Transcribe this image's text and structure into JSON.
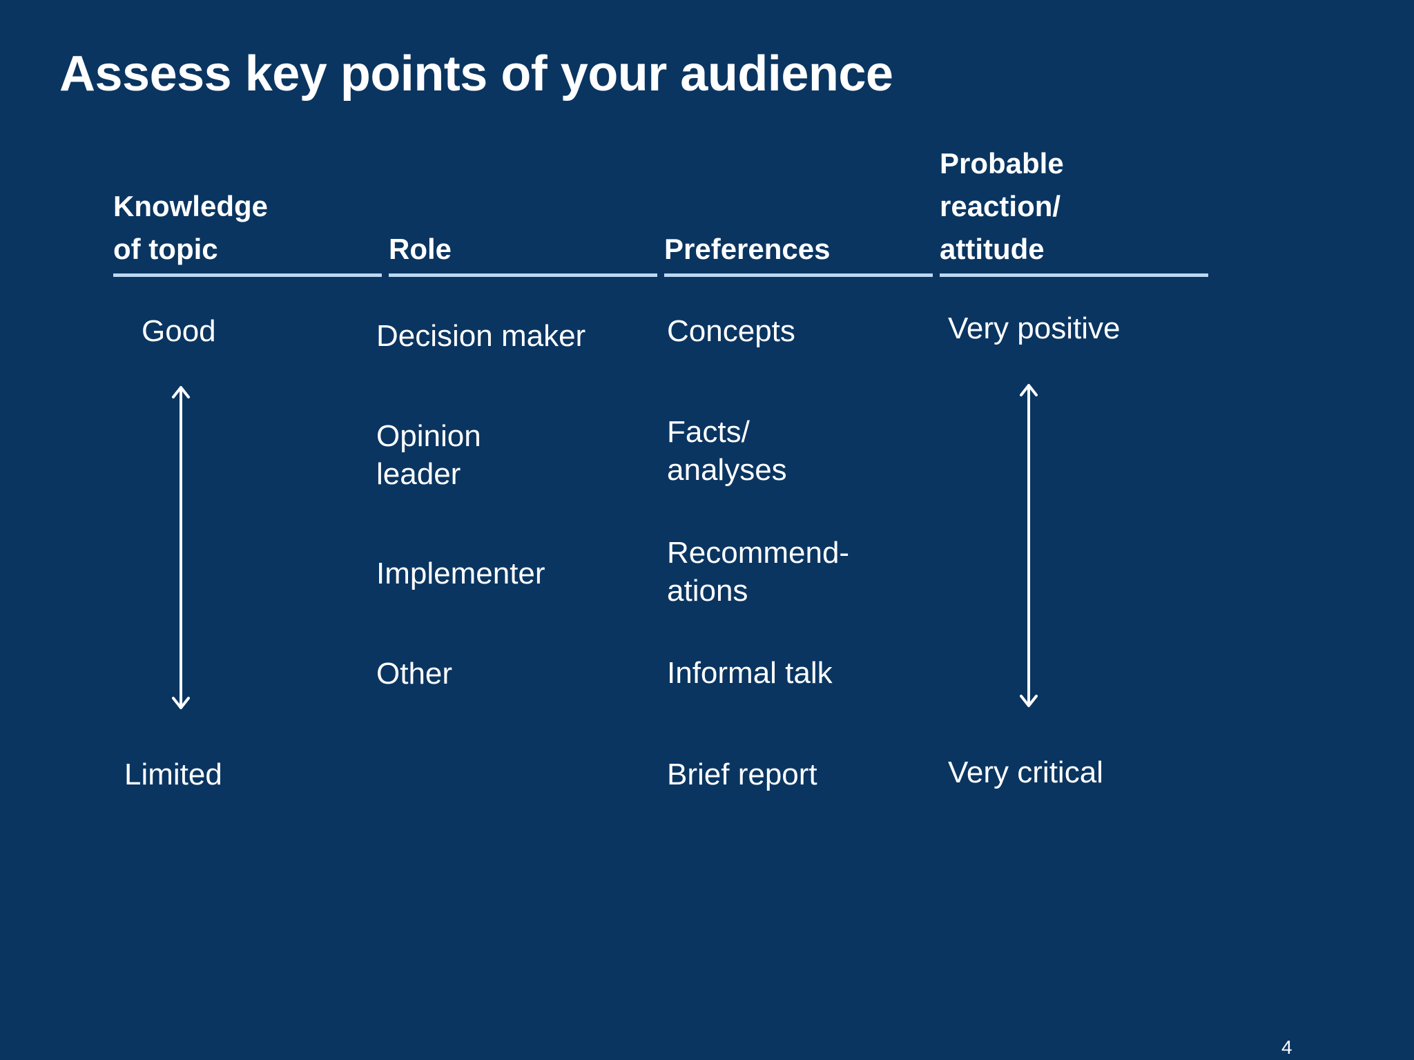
{
  "title": "Assess key points of your audience",
  "columns": {
    "knowledge": {
      "header": "Knowledge\nof topic",
      "top": "Good",
      "bottom": "Limited"
    },
    "role": {
      "header": "Role",
      "items": [
        "Decision maker",
        "Opinion\nleader",
        "Implementer",
        "Other"
      ]
    },
    "preferences": {
      "header": "Preferences",
      "items": [
        "Concepts",
        "Facts/\nanalyses",
        "Recommend-\nations",
        "Informal talk",
        "Brief report"
      ]
    },
    "reaction": {
      "header": "Probable\nreaction/\nattitude",
      "top": "Very positive",
      "bottom": "Very critical"
    }
  },
  "page_number": "4",
  "colors": {
    "background": "#0a3561",
    "rule": "#bcd9f3",
    "text": "#ffffff"
  },
  "icons": {
    "knowledge_scale": "double-headed-vertical-arrow-icon",
    "reaction_scale": "double-headed-vertical-arrow-icon"
  }
}
